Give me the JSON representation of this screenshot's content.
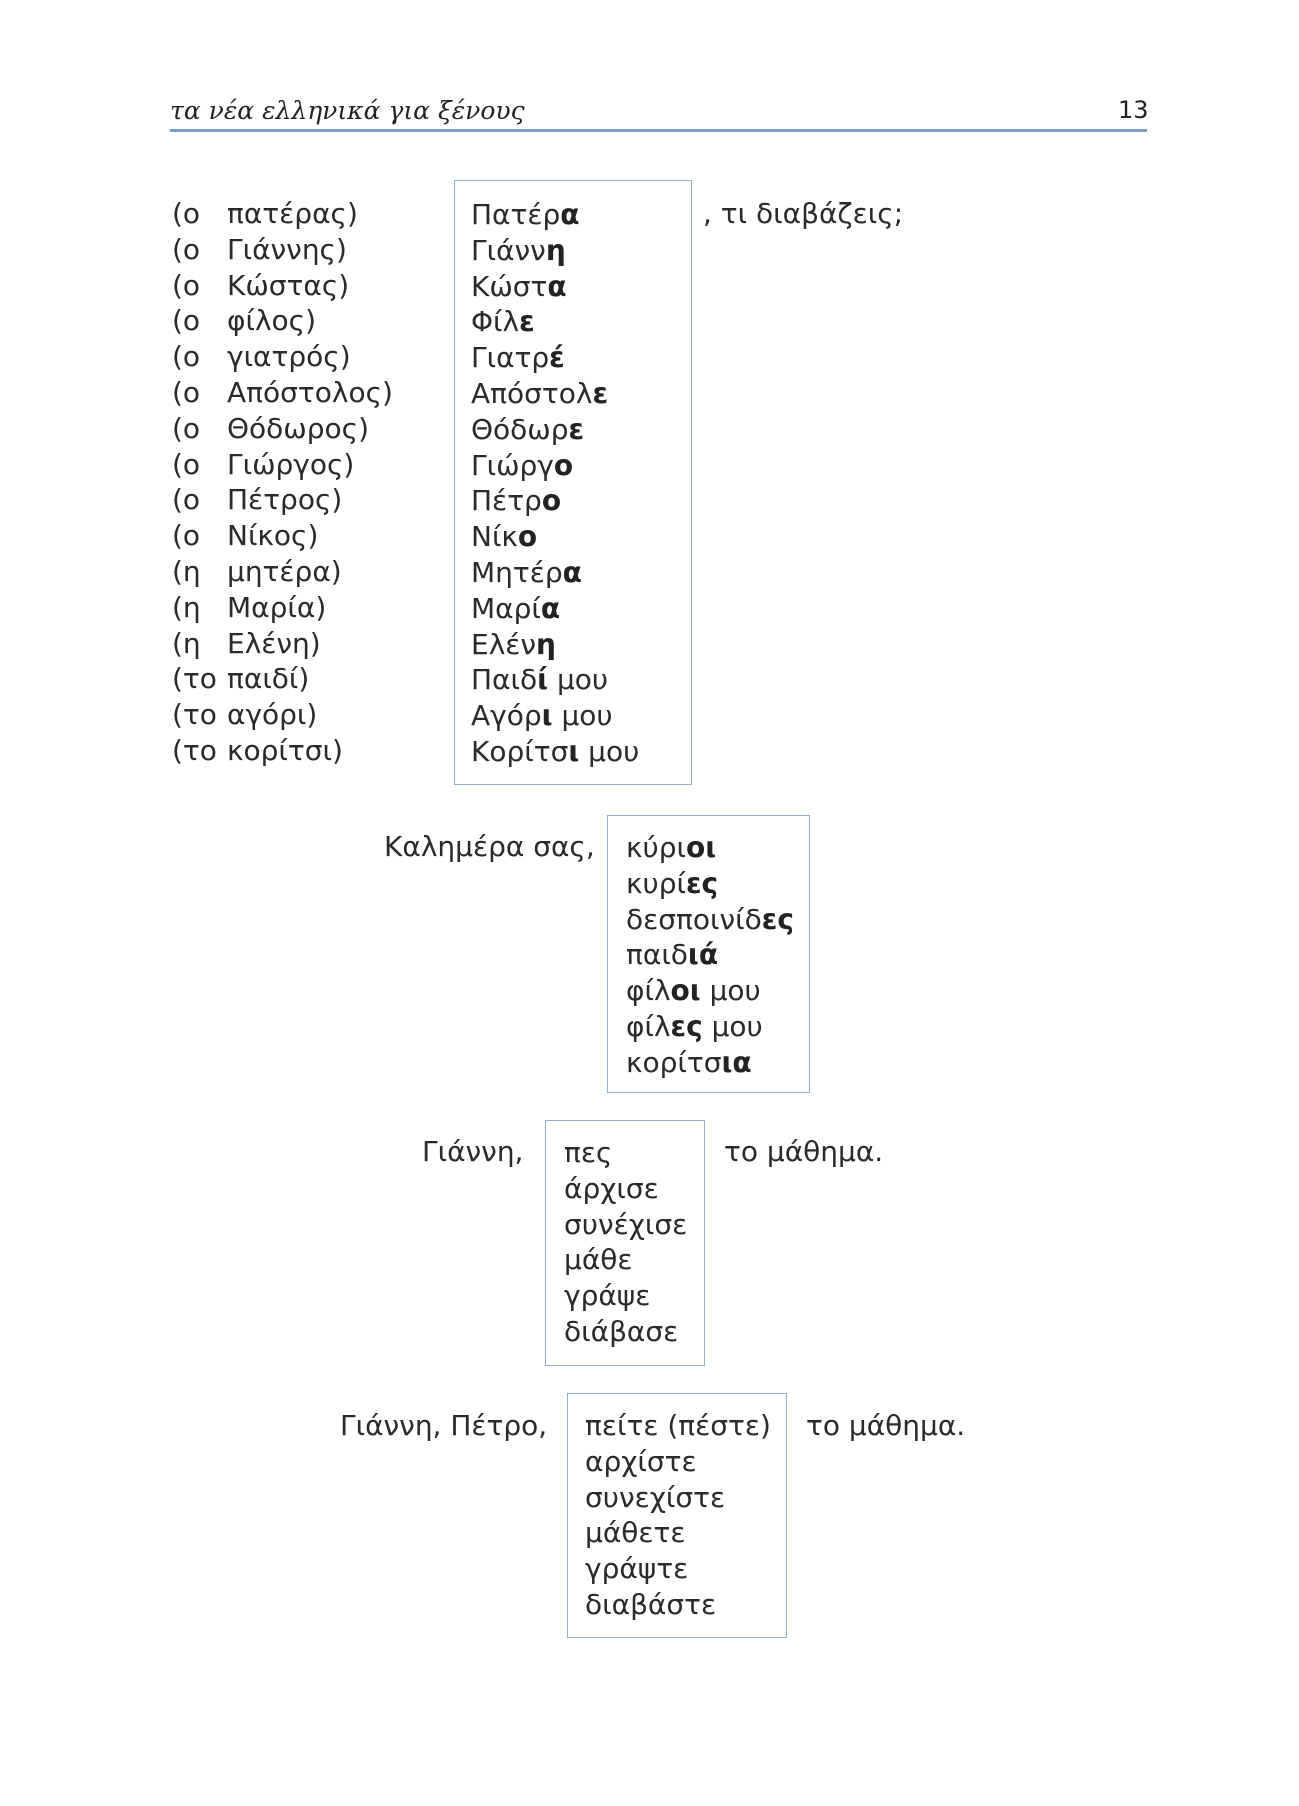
{
  "header": {
    "title": "τα νέα ελληνικά για ξένους",
    "page_number": "13"
  },
  "vocative_nouns": {
    "pairs": [
      {
        "article": "(ο",
        "base": "πατέρας)",
        "stem": "Πατέρ",
        "ending": "α",
        "suffix": ""
      },
      {
        "article": "(ο",
        "base": "Γιάννης)",
        "stem": "Γιάνν",
        "ending": "η",
        "suffix": ""
      },
      {
        "article": "(ο",
        "base": "Κώστας)",
        "stem": "Κώστ",
        "ending": "α",
        "suffix": ""
      },
      {
        "article": "(ο",
        "base": "φίλος)",
        "stem": "Φίλ",
        "ending": "ε",
        "suffix": ""
      },
      {
        "article": "(ο",
        "base": "γιατρός)",
        "stem": "Γιατρ",
        "ending": "έ",
        "suffix": ""
      },
      {
        "article": "(ο",
        "base": "Απόστολος)",
        "stem": "Απόστολ",
        "ending": "ε",
        "suffix": ""
      },
      {
        "article": "(ο",
        "base": "Θόδωρος)",
        "stem": "Θόδωρ",
        "ending": "ε",
        "suffix": ""
      },
      {
        "article": "(ο",
        "base": "Γιώργος)",
        "stem": "Γιώργ",
        "ending": "ο",
        "suffix": ""
      },
      {
        "article": "(ο",
        "base": "Πέτρος)",
        "stem": "Πέτρ",
        "ending": "ο",
        "suffix": ""
      },
      {
        "article": "(ο",
        "base": "Νίκος)",
        "stem": "Νίκ",
        "ending": "ο",
        "suffix": ""
      },
      {
        "article": "(η",
        "base": "μητέρα)",
        "stem": "Μητέρ",
        "ending": "α",
        "suffix": ""
      },
      {
        "article": "(η",
        "base": "Μαρία)",
        "stem": "Μαρί",
        "ending": "α",
        "suffix": ""
      },
      {
        "article": "(η",
        "base": "Ελένη)",
        "stem": "Ελέν",
        "ending": "η",
        "suffix": ""
      },
      {
        "article": "(το",
        "base": "παιδί)",
        "stem": "Παιδ",
        "ending": "ί",
        "suffix": " μου"
      },
      {
        "article": "(το",
        "base": "αγόρι)",
        "stem": "Αγόρ",
        "ending": "ι",
        "suffix": " μου"
      },
      {
        "article": "(το",
        "base": "κορίτσι)",
        "stem": "Κορίτσ",
        "ending": "ι",
        "suffix": " μου"
      }
    ],
    "suffix_text": ", τι διαβάζεις;"
  },
  "greeting": {
    "prefix": "Καλημέρα σας,",
    "items": [
      {
        "stem": "κύρι",
        "ending": "οι",
        "suffix": ""
      },
      {
        "stem": "κυρί",
        "ending": "ες",
        "suffix": ""
      },
      {
        "stem": "δεσποινίδ",
        "ending": "ες",
        "suffix": ""
      },
      {
        "stem": "παιδ",
        "ending": "ιά",
        "suffix": ""
      },
      {
        "stem": "φίλ",
        "ending": "οι",
        "suffix": " μου"
      },
      {
        "stem": "φίλ",
        "ending": "ες",
        "suffix": " μου"
      },
      {
        "stem": "κορίτσ",
        "ending": "ια",
        "suffix": ""
      }
    ]
  },
  "imperative_singular": {
    "prefix": "Γιάννη,",
    "items": [
      "πες",
      "άρχισε",
      "συνέχισε",
      "μάθε",
      "γράψε",
      "διάβασε"
    ],
    "suffix": "το μάθημα."
  },
  "imperative_plural": {
    "prefix": "Γιάννη, Πέτρο,",
    "items": [
      "πείτε (πέστε)",
      "αρχίστε",
      "συνεχίστε",
      "μάθετε",
      "γράψτε",
      "διαβάστε"
    ],
    "suffix": "το μάθημα."
  }
}
